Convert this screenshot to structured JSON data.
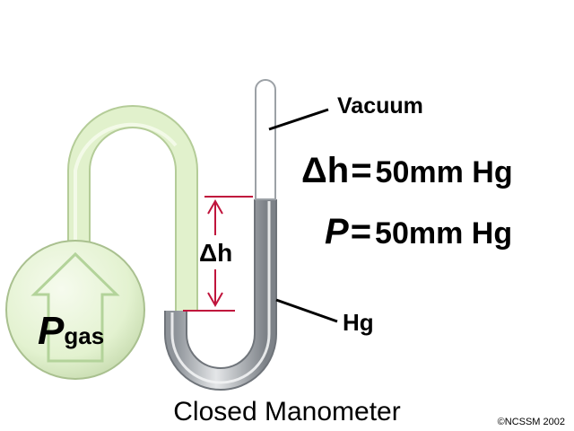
{
  "labels": {
    "vacuum": "Vacuum",
    "mercury": "Hg",
    "delta_h": "Δh",
    "p_gas_symbol": "P",
    "p_gas_subscript": "gas"
  },
  "equations": [
    {
      "symbol": "Δh",
      "equals": "=",
      "value": "50mm Hg"
    },
    {
      "symbol": "P",
      "equals": "=",
      "value": "50mm Hg"
    }
  ],
  "caption": "Closed Manometer",
  "credit": "©NCSSM 2002",
  "colors": {
    "gas_bulb": "#e3f2d0",
    "gas_tube": "#d8edc0",
    "mercury": "#a8adb3",
    "vacuum": "#ffffff",
    "height_marker": "#c0143c"
  }
}
